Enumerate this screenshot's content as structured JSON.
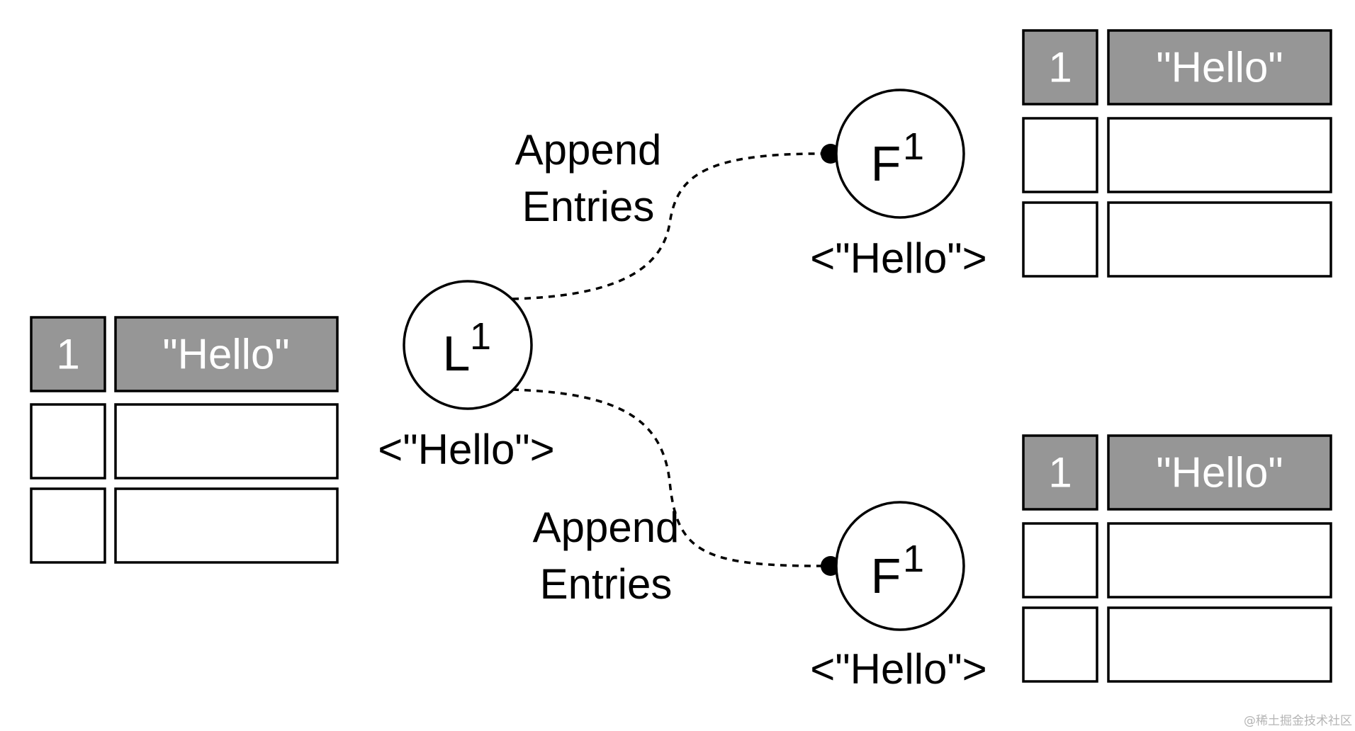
{
  "logs": {
    "leader": [
      {
        "index": "1",
        "command": "\"Hello\""
      },
      {
        "index": "",
        "command": ""
      },
      {
        "index": "",
        "command": ""
      }
    ],
    "follower_top": [
      {
        "index": "1",
        "command": "\"Hello\""
      },
      {
        "index": "",
        "command": ""
      },
      {
        "index": "",
        "command": ""
      }
    ],
    "follower_bottom": [
      {
        "index": "1",
        "command": "\"Hello\""
      },
      {
        "index": "",
        "command": ""
      },
      {
        "index": "",
        "command": ""
      }
    ]
  },
  "nodes": {
    "leader": {
      "letter": "L",
      "term": "1",
      "state": "<\"Hello\">"
    },
    "follower_top": {
      "letter": "F",
      "term": "1",
      "state": "<\"Hello\">"
    },
    "follower_bottom": {
      "letter": "F",
      "term": "1",
      "state": "<\"Hello\">"
    }
  },
  "edges": {
    "top": {
      "line1": "Append",
      "line2": "Entries"
    },
    "bottom": {
      "line1": "Append",
      "line2": "Entries"
    }
  },
  "watermark": "@稀土掘金技术社区"
}
